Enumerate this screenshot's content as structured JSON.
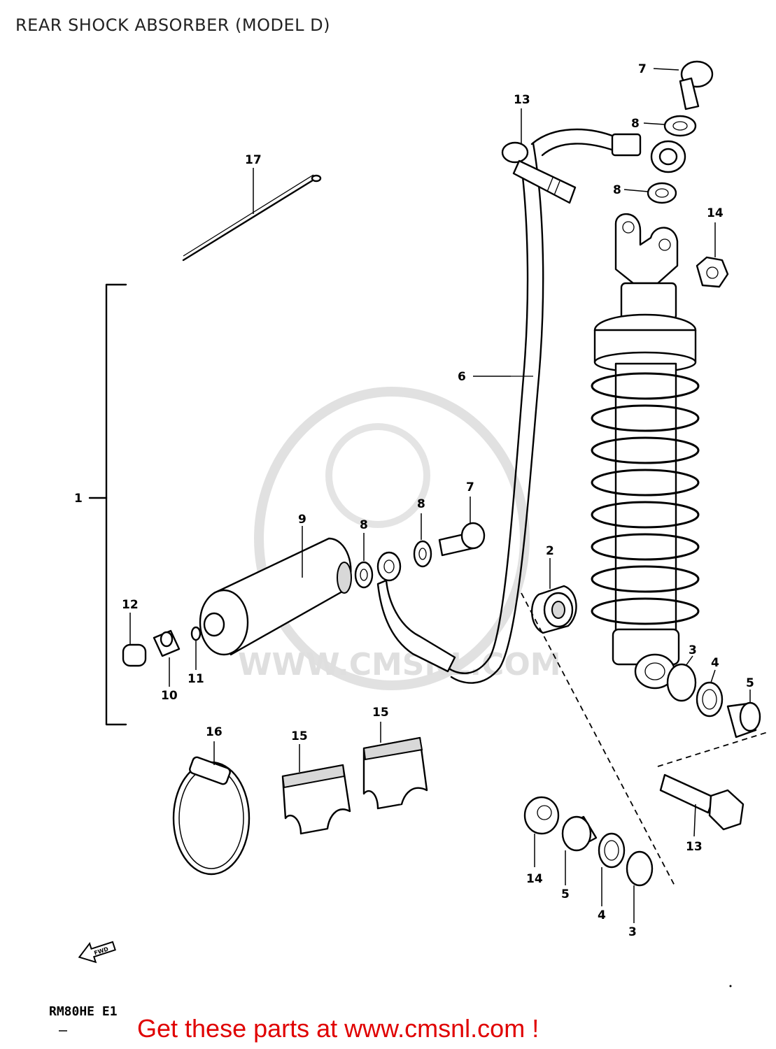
{
  "page": {
    "title": "REAR SHOCK ABSORBER (MODEL D)",
    "drawing_code": "RM80HE E1",
    "front_arrow_text": "FWD",
    "promo_text": "Get these parts at www.cmsnl.com !",
    "watermark_text": "WWW.CMSNL.COM"
  },
  "callouts": {
    "c1": "1",
    "c2": "2",
    "c3a": "3",
    "c3b": "3",
    "c4a": "4",
    "c4b": "4",
    "c5a": "5",
    "c5b": "5",
    "c6": "6",
    "c7a": "7",
    "c7b": "7",
    "c8a": "8",
    "c8b": "8",
    "c8c": "8",
    "c8d": "8",
    "c9": "9",
    "c10": "10",
    "c11": "11",
    "c12": "12",
    "c13a": "13",
    "c13b": "13",
    "c14a": "14",
    "c14b": "14",
    "c15a": "15",
    "c15b": "15",
    "c16": "16",
    "c17": "17"
  },
  "colors": {
    "promo": "#e00000",
    "line_art": "#000000",
    "watermark": "#dcdcdc"
  }
}
